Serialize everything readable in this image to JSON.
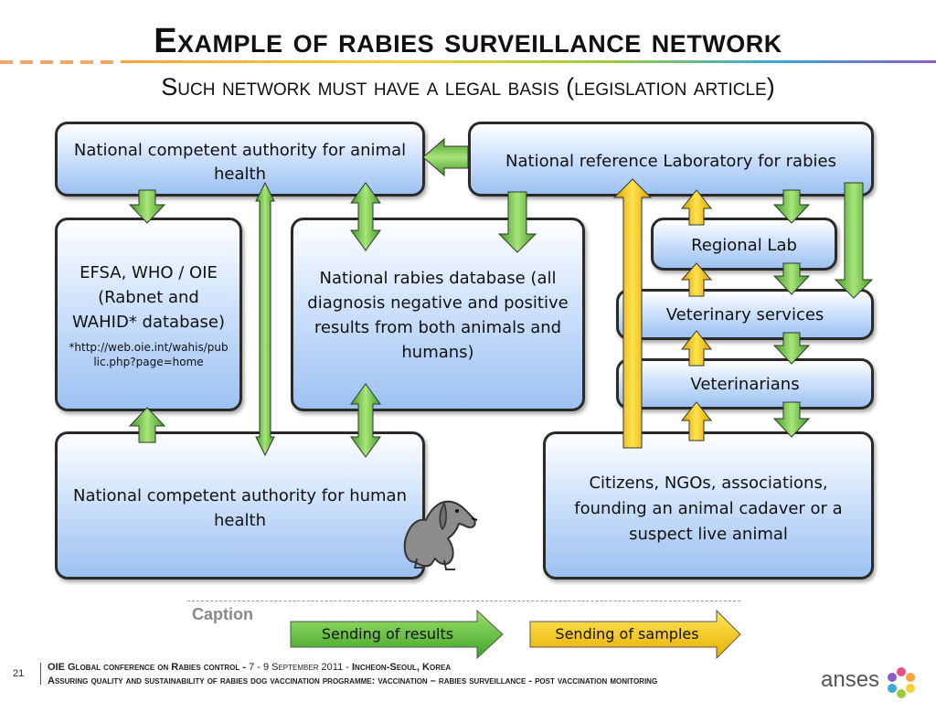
{
  "title": "Example of rabies surveillance network",
  "subtitle": "Such network must have a legal basis (legislation article)",
  "boxes": {
    "nca_animal": "National competent authority for animal health",
    "nrl": "National reference Laboratory for rabies",
    "efsa": "EFSA, WHO / OIE (Rabnet and WAHID* database)",
    "efsa_note": "*http://web.oie.int/wahis/public.php?page=home",
    "database": "National rabies database (all diagnosis negative and positive results from both animals and humans)",
    "regional_lab": "Regional Lab",
    "vet_services": "Veterinary services",
    "veterinarians": "Veterinarians",
    "nca_human": "National competent authority for human health",
    "citizens": "Citizens, NGOs, associations, founding an animal cadaver or a suspect live animal"
  },
  "caption": {
    "title": "Caption",
    "results": "Sending of results",
    "samples": "Sending of samples"
  },
  "colors": {
    "results_arrow": "#5cc23c",
    "samples_arrow": "#f5c400"
  },
  "footer": {
    "page_number": "21",
    "conference_bold": "OIE Global conference on Rabies control -",
    "conference_dates": " 7 - 9 September 2011 - ",
    "conference_place": "Incheon-Seoul, Korea",
    "programme": "Assuring quality and sustainability of rabies dog vaccination programme: vaccination – rabies surveillance - post vaccination monitoring"
  },
  "logo": {
    "text": "anses",
    "icon": "flower-ring-icon"
  }
}
